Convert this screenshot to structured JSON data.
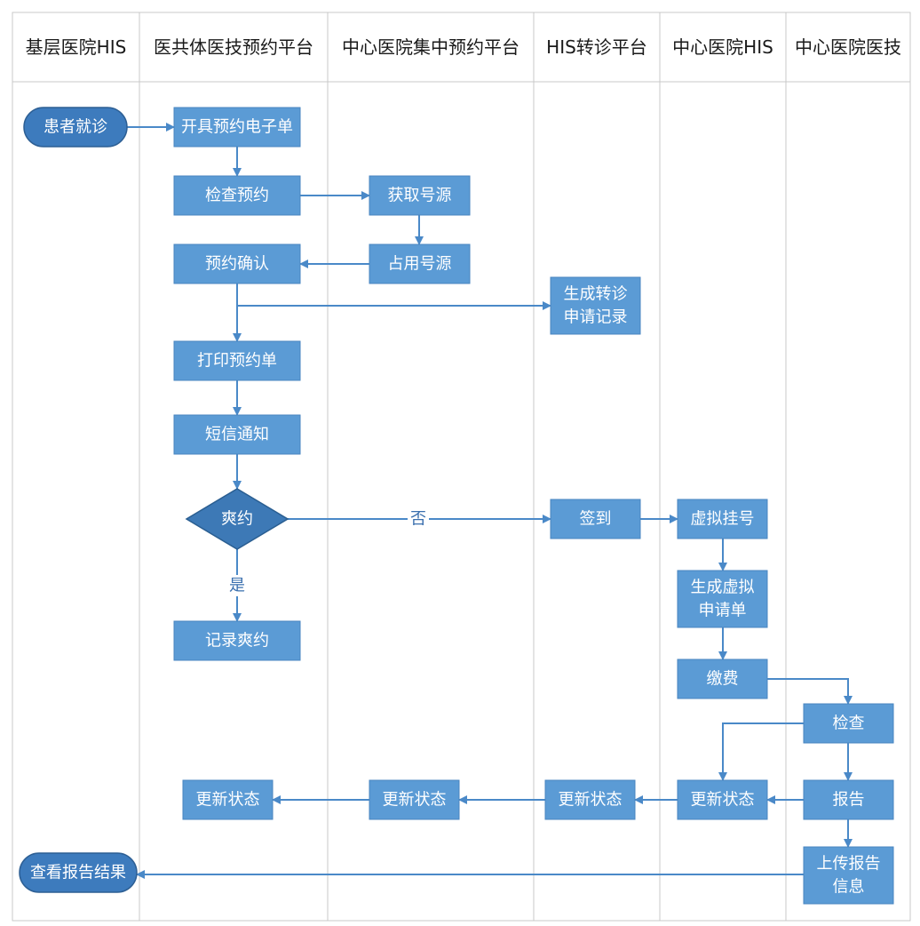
{
  "colors": {
    "process_fill": "#5b9bd5",
    "terminal_fill": "#3d7bbd",
    "decision_fill": "#3d79b6",
    "edge": "#4a89c8",
    "grid": "#c9c9c9"
  },
  "lanes": [
    {
      "id": "l1",
      "label": "基层医院HIS"
    },
    {
      "id": "l2",
      "label": "医共体医技预约平台"
    },
    {
      "id": "l3",
      "label": "中心医院集中预约平台"
    },
    {
      "id": "l4",
      "label": "HIS转诊平台"
    },
    {
      "id": "l5",
      "label": "中心医院HIS"
    },
    {
      "id": "l6",
      "label": "中心医院医技"
    }
  ],
  "nodes": [
    {
      "id": "n_start",
      "lane": "l1",
      "shape": "terminal",
      "lines": [
        "患者就诊"
      ]
    },
    {
      "id": "n_open",
      "lane": "l2",
      "shape": "process",
      "lines": [
        "开具预约电子单"
      ]
    },
    {
      "id": "n_check_appt",
      "lane": "l2",
      "shape": "process",
      "lines": [
        "检查预约"
      ]
    },
    {
      "id": "n_get_source",
      "lane": "l3",
      "shape": "process",
      "lines": [
        "获取号源"
      ]
    },
    {
      "id": "n_occupy",
      "lane": "l3",
      "shape": "process",
      "lines": [
        "占用号源"
      ]
    },
    {
      "id": "n_confirm",
      "lane": "l2",
      "shape": "process",
      "lines": [
        "预约确认"
      ]
    },
    {
      "id": "n_referral_rec",
      "lane": "l4",
      "shape": "process",
      "lines": [
        "生成转诊",
        "申请记录"
      ]
    },
    {
      "id": "n_print",
      "lane": "l2",
      "shape": "process",
      "lines": [
        "打印预约单"
      ]
    },
    {
      "id": "n_sms",
      "lane": "l2",
      "shape": "process",
      "lines": [
        "短信通知"
      ]
    },
    {
      "id": "n_noshow",
      "lane": "l2",
      "shape": "decision",
      "lines": [
        "爽约"
      ]
    },
    {
      "id": "n_record_noshow",
      "lane": "l2",
      "shape": "process",
      "lines": [
        "记录爽约"
      ]
    },
    {
      "id": "n_signin",
      "lane": "l4",
      "shape": "process",
      "lines": [
        "签到"
      ]
    },
    {
      "id": "n_virtual_reg",
      "lane": "l5",
      "shape": "process",
      "lines": [
        "虚拟挂号"
      ]
    },
    {
      "id": "n_virtual_req",
      "lane": "l5",
      "shape": "process",
      "lines": [
        "生成虚拟",
        "申请单"
      ]
    },
    {
      "id": "n_pay",
      "lane": "l5",
      "shape": "process",
      "lines": [
        "缴费"
      ]
    },
    {
      "id": "n_exam",
      "lane": "l6",
      "shape": "process",
      "lines": [
        "检查"
      ]
    },
    {
      "id": "n_report",
      "lane": "l6",
      "shape": "process",
      "lines": [
        "报告"
      ]
    },
    {
      "id": "n_upload",
      "lane": "l6",
      "shape": "process",
      "lines": [
        "上传报告",
        "信息"
      ]
    },
    {
      "id": "n_upd5",
      "lane": "l5",
      "shape": "process",
      "lines": [
        "更新状态"
      ]
    },
    {
      "id": "n_upd4",
      "lane": "l4",
      "shape": "process",
      "lines": [
        "更新状态"
      ]
    },
    {
      "id": "n_upd3",
      "lane": "l3",
      "shape": "process",
      "lines": [
        "更新状态"
      ]
    },
    {
      "id": "n_upd2",
      "lane": "l2",
      "shape": "process",
      "lines": [
        "更新状态"
      ]
    },
    {
      "id": "n_view",
      "lane": "l1",
      "shape": "terminal",
      "lines": [
        "查看报告结果"
      ]
    }
  ],
  "edges": [
    {
      "from": "n_start",
      "to": "n_open"
    },
    {
      "from": "n_open",
      "to": "n_check_appt"
    },
    {
      "from": "n_check_appt",
      "to": "n_get_source"
    },
    {
      "from": "n_get_source",
      "to": "n_occupy"
    },
    {
      "from": "n_occupy",
      "to": "n_confirm"
    },
    {
      "from": "n_confirm",
      "to": "n_referral_rec"
    },
    {
      "from": "n_confirm",
      "to": "n_print"
    },
    {
      "from": "n_print",
      "to": "n_sms"
    },
    {
      "from": "n_sms",
      "to": "n_noshow"
    },
    {
      "from": "n_noshow",
      "to": "n_signin",
      "label": "否"
    },
    {
      "from": "n_noshow",
      "to": "n_record_noshow",
      "label": "是"
    },
    {
      "from": "n_signin",
      "to": "n_virtual_reg"
    },
    {
      "from": "n_virtual_reg",
      "to": "n_virtual_req"
    },
    {
      "from": "n_virtual_req",
      "to": "n_pay"
    },
    {
      "from": "n_pay",
      "to": "n_exam"
    },
    {
      "from": "n_exam",
      "to": "n_upd5"
    },
    {
      "from": "n_exam",
      "to": "n_report"
    },
    {
      "from": "n_report",
      "to": "n_upd5"
    },
    {
      "from": "n_report",
      "to": "n_upload"
    },
    {
      "from": "n_upd5",
      "to": "n_upd4"
    },
    {
      "from": "n_upd4",
      "to": "n_upd3"
    },
    {
      "from": "n_upd3",
      "to": "n_upd2"
    },
    {
      "from": "n_upload",
      "to": "n_view"
    }
  ]
}
